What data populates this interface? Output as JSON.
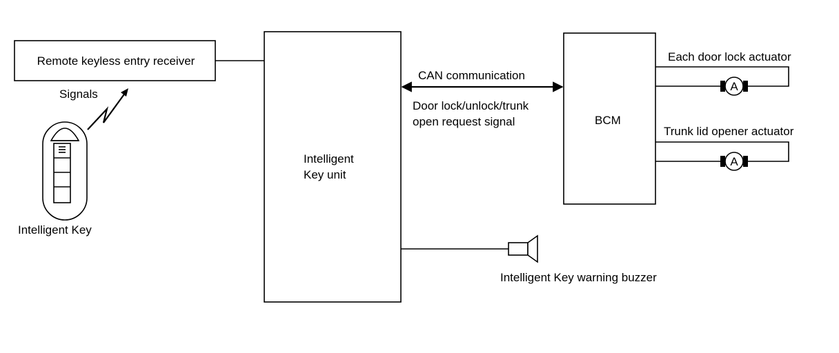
{
  "components": {
    "receiver": "Remote keyless entry receiver",
    "signals": "Signals",
    "intelligent_key": "Intelligent Key",
    "key_unit_line1": "Intelligent",
    "key_unit_line2": "Key unit",
    "bcm": "BCM",
    "door_lock_actuator": "Each door lock actuator",
    "trunk_actuator": "Trunk lid opener actuator",
    "buzzer": "Intelligent Key warning buzzer",
    "motor_symbol": "A"
  },
  "connections": {
    "can_label": "CAN communication",
    "request_line1": "Door lock/unlock/trunk",
    "request_line2": "open request signal"
  }
}
